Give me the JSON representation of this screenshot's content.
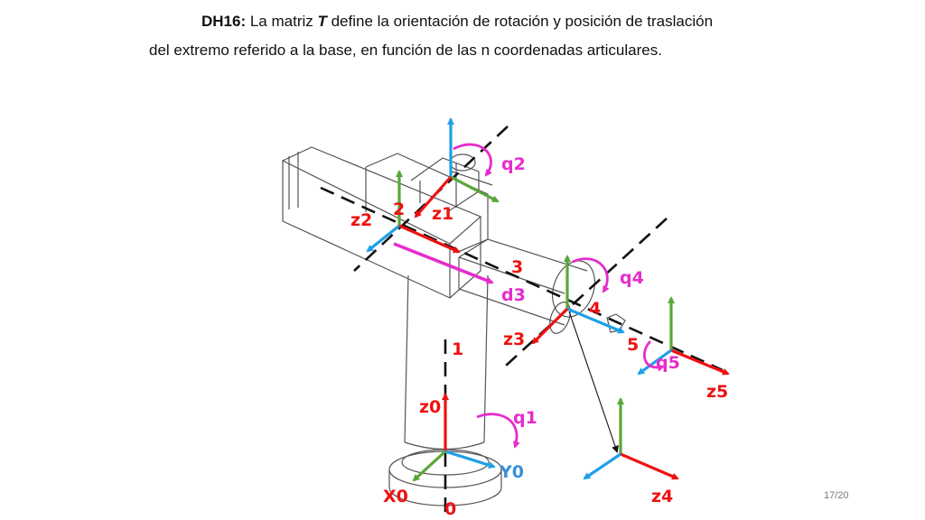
{
  "heading": {
    "code": "DH16:",
    "pre": " La matriz ",
    "symbol": "T",
    "post": " define la orientación de rotación y posición de traslación",
    "line2": "del extremo referido a la base, en función de las n coordenadas articulares."
  },
  "labels": {
    "q2": "q2",
    "two": "2",
    "z1": "z1",
    "z2": "z2",
    "three": "3",
    "d3": "d3",
    "q4": "q4",
    "four": "4",
    "z3": "z3",
    "one": "1",
    "five": "5",
    "q5": "q5",
    "z5": "z5",
    "z0": "z0",
    "q1": "q1",
    "Y0": "Y0",
    "X0": "X0",
    "zero": "0",
    "z4": "z4"
  },
  "colors": {
    "z_axis": "#ee1111",
    "y_axis": "#1ea0e6",
    "x_axis": "#5aa63a",
    "vertical": "#1ea0e6",
    "rotation": "#e62ccc",
    "text_red": "#ee1111",
    "text_magenta": "#e62ccc",
    "text_blue": "#3a8fd8"
  },
  "slide": {
    "number": "17/20"
  }
}
